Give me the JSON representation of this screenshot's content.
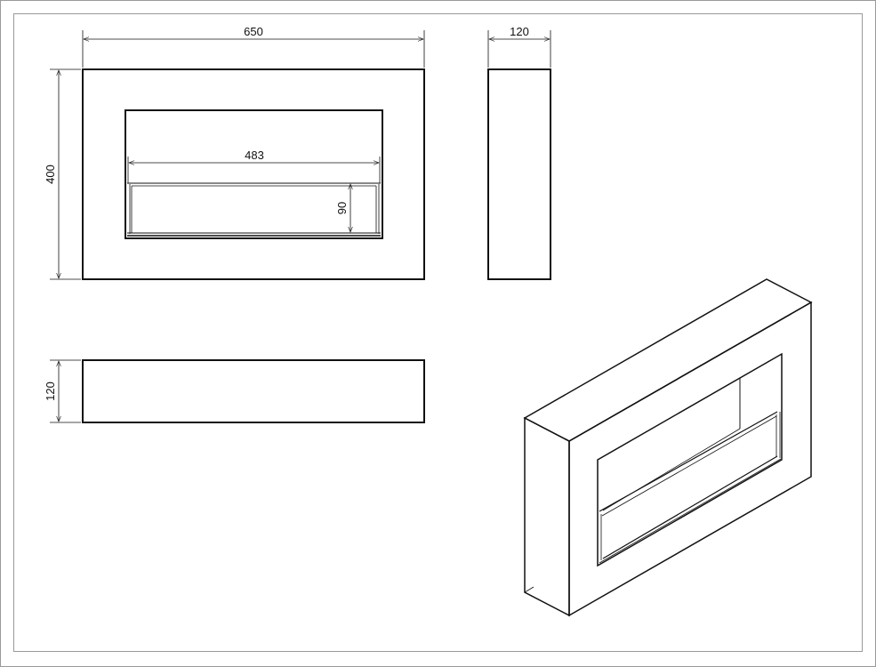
{
  "dimensions": {
    "front_width": "650",
    "front_height": "400",
    "opening_width": "483",
    "burner_height": "90",
    "side_depth": "120",
    "top_depth": "120"
  },
  "colors": {
    "line": "#111111",
    "frame": "#999999",
    "background": "#ffffff"
  }
}
